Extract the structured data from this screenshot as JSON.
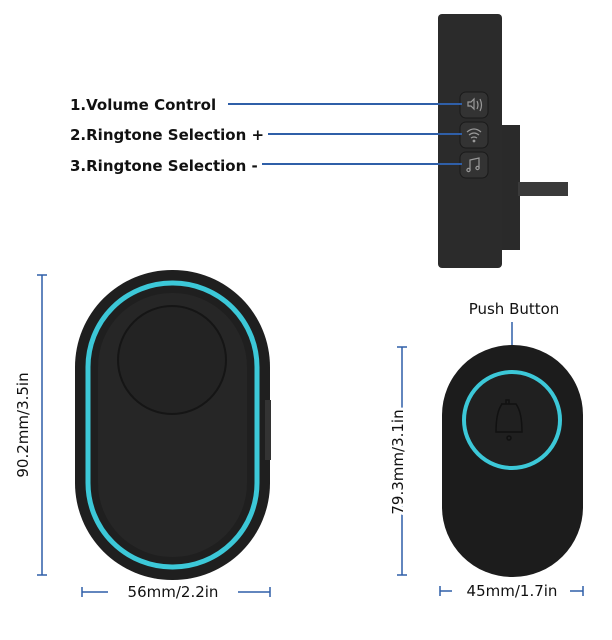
{
  "buttons_legend": [
    {
      "label": "1.Volume Control",
      "icon": "speaker-icon"
    },
    {
      "label": "2.Ringtone Selection +",
      "icon": "wifi-icon"
    },
    {
      "label": "3.Ringtone Selection -",
      "icon": "music-note-icon"
    }
  ],
  "receiver": {
    "height_label": "90.2mm/3.5in",
    "width_label": "56mm/2.2in"
  },
  "push_button": {
    "title": "Push Button",
    "height_label": "79.3mm/3.1in",
    "width_label": "45mm/1.7in",
    "icon": "bell-icon"
  },
  "colors": {
    "line": "#2f5fa8",
    "ring": "#3cc8d8",
    "body": "#222222"
  }
}
